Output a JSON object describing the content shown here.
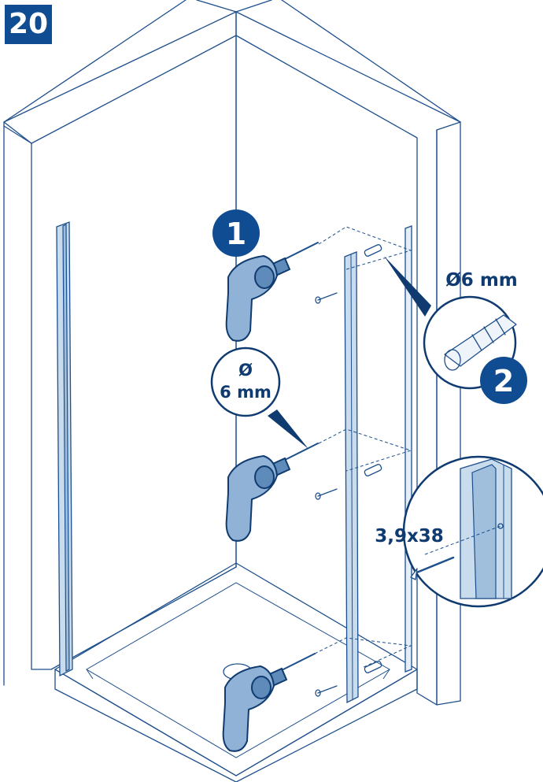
{
  "step": {
    "number": "20"
  },
  "callouts": {
    "step_one": "1",
    "step_two": "2",
    "anchor_diameter": "Ø6 mm",
    "drill_diameter_symbol": "Ø",
    "drill_diameter_value": "6 mm",
    "screw_size": "3,9x38"
  },
  "colors": {
    "line": "#1d4f8c",
    "accent": "#0f4c92",
    "profile_fill": "#c9dcee",
    "drill_fill": "#8fb2d6"
  }
}
